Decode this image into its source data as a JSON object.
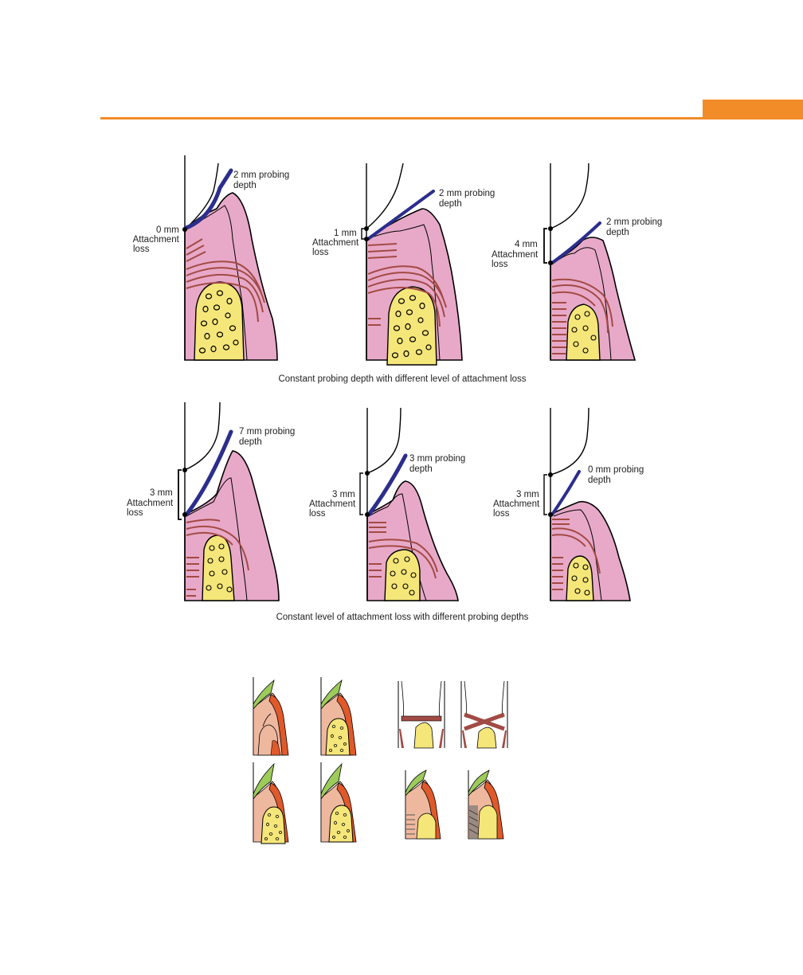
{
  "colors": {
    "accent": "#F28C28",
    "gingiva": "#E8A9C8",
    "bone": "#F5E67A",
    "fiber": "#A24A44",
    "probe": "#2B2E8C",
    "small_gingiva": "#EEB89F",
    "small_epithelium": "#E0592B",
    "small_enamel": "#9DCB5A"
  },
  "row1": {
    "caption": "Constant probing depth with different level of attachment loss",
    "panels": [
      {
        "loss_lines": [
          "0 mm",
          "Attachment",
          "loss"
        ],
        "probe_lines": [
          "2 mm probing",
          "depth"
        ]
      },
      {
        "loss_lines": [
          "1 mm",
          "Attachment",
          "loss"
        ],
        "probe_lines": [
          "2 mm probing",
          "depth"
        ]
      },
      {
        "loss_lines": [
          "4 mm",
          "Attachment",
          "loss"
        ],
        "probe_lines": [
          "2 mm probing",
          "depth"
        ]
      }
    ]
  },
  "row2": {
    "caption": "Constant level of attachment loss with different probing depths",
    "panels": [
      {
        "loss_lines": [
          "3 mm",
          "Attachment",
          "loss"
        ],
        "probe_lines": [
          "7 mm probing",
          "depth"
        ]
      },
      {
        "loss_lines": [
          "3 mm",
          "Attachment",
          "loss"
        ],
        "probe_lines": [
          "3 mm probing",
          "depth"
        ]
      },
      {
        "loss_lines": [
          "3 mm",
          "Attachment",
          "loss"
        ],
        "probe_lines": [
          "0 mm probing",
          "depth"
        ]
      }
    ]
  }
}
